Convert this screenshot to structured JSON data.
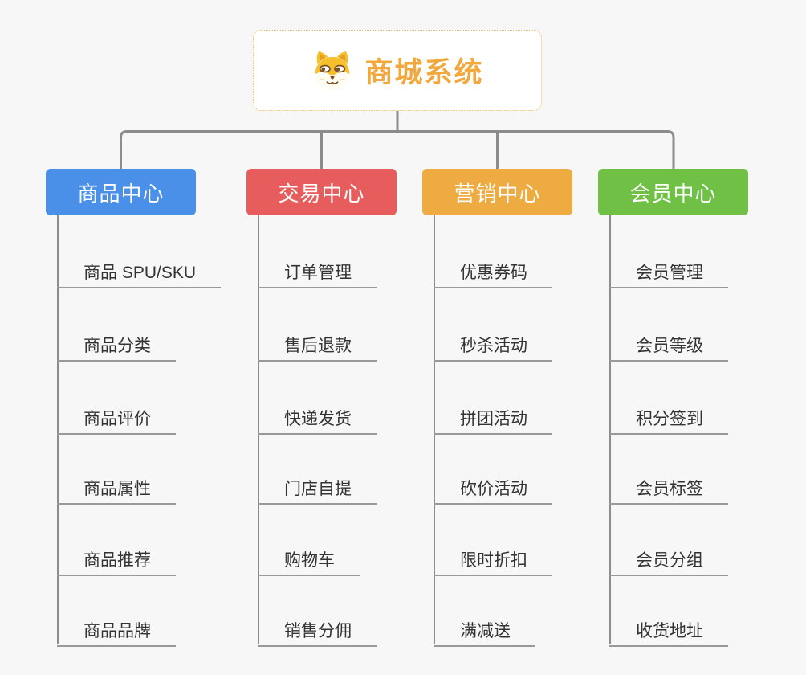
{
  "root": {
    "title": "商城系统",
    "icon": "doge-icon"
  },
  "branches": [
    {
      "label": "商品中心",
      "color": "#4A90E8",
      "items": [
        "商品 SPU/SKU",
        "商品分类",
        "商品评价",
        "商品属性",
        "商品推荐",
        "商品品牌"
      ]
    },
    {
      "label": "交易中心",
      "color": "#E75C5C",
      "items": [
        "订单管理",
        "售后退款",
        "快递发货",
        "门店自提",
        "购物车",
        "销售分佣"
      ]
    },
    {
      "label": "营销中心",
      "color": "#EDAB42",
      "items": [
        "优惠券码",
        "秒杀活动",
        "拼团活动",
        "砍价活动",
        "限时折扣",
        "满减送"
      ]
    },
    {
      "label": "会员中心",
      "color": "#6FC044",
      "items": [
        "会员管理",
        "会员等级",
        "积分签到",
        "会员标签",
        "会员分组",
        "收货地址"
      ]
    }
  ],
  "style_colors": {
    "canvas_bg": "#F7F7F7",
    "connector": "#8C8C8C",
    "underline": "#999999",
    "root_accent": "#F1A93F",
    "item_text": "#333333"
  }
}
